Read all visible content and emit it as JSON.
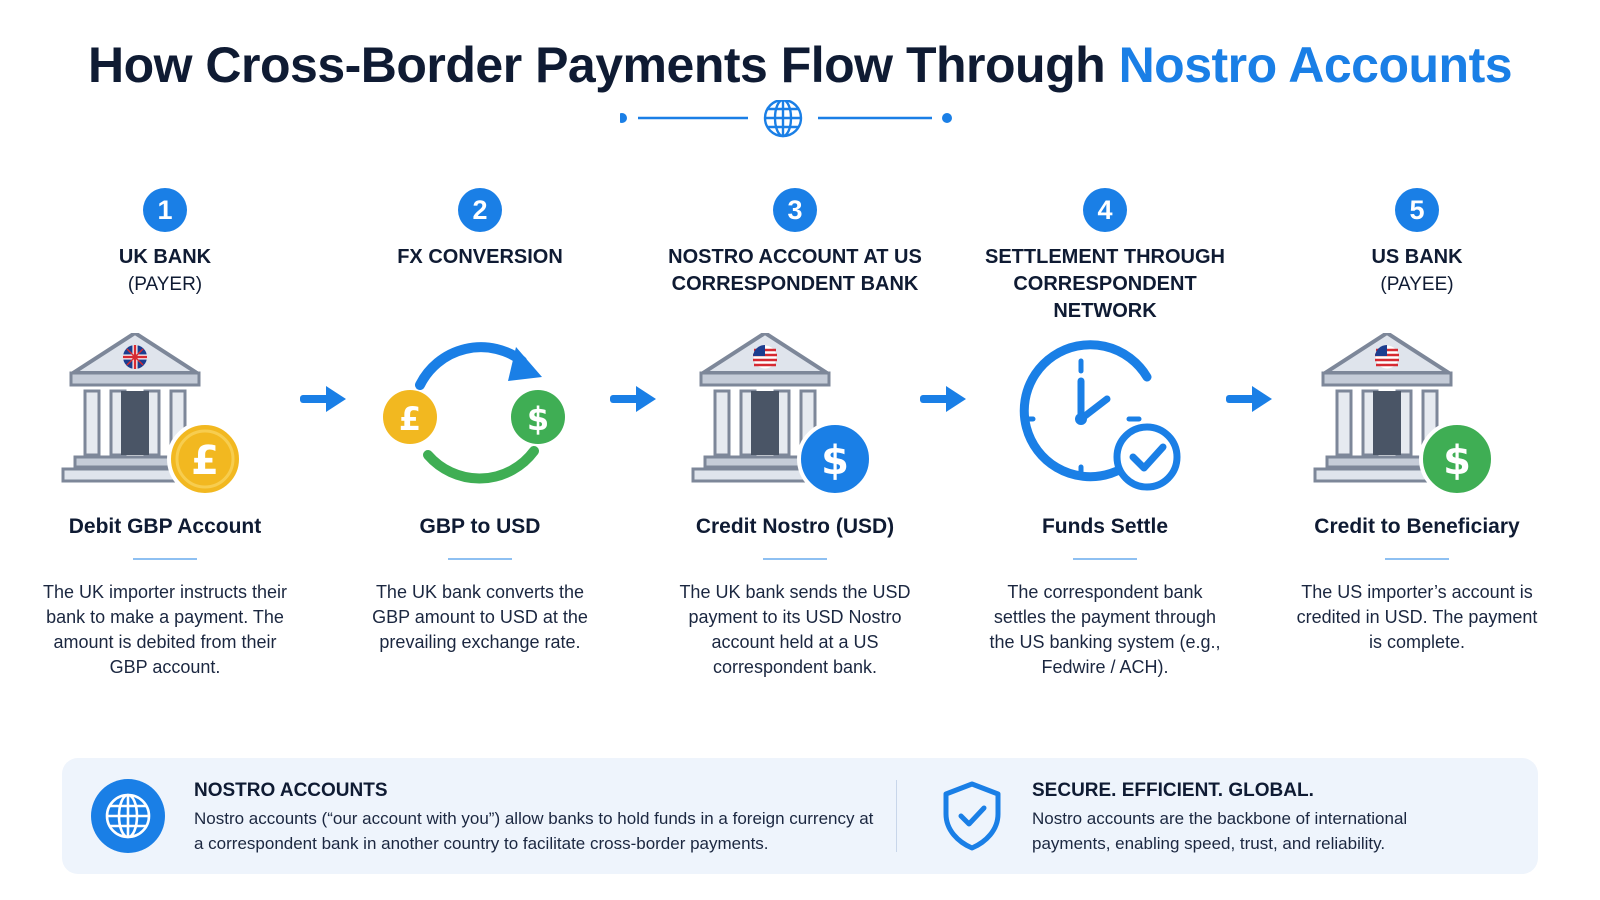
{
  "title": {
    "main": "How Cross-Border Payments Flow Through ",
    "accent": "Nostro Accounts"
  },
  "icons": {
    "divider": "globe-icon",
    "arrow": "arrow-right-icon",
    "panel_left": "globe-icon",
    "panel_right": "shield-check-icon"
  },
  "colors": {
    "accent": "#1a7fe6",
    "text": "#0f1b33",
    "gbp": "#f2b820",
    "usd": "#3fae54",
    "panel_bg": "#eef4fc"
  },
  "steps": [
    {
      "number": "1",
      "title": "UK BANK",
      "subtitle": "(PAYER)",
      "icon": "bank-uk-gbp-icon",
      "heading": "Debit GBP Account",
      "description": "The UK importer instructs their bank to make a payment. The amount is debited from their GBP account."
    },
    {
      "number": "2",
      "title": "FX CONVERSION",
      "subtitle": "",
      "icon": "currency-exchange-icon",
      "heading": "GBP to USD",
      "description": "The UK bank converts the GBP amount to USD at the prevailing exchange rate."
    },
    {
      "number": "3",
      "title": "NOSTRO ACCOUNT AT US CORRESPONDENT BANK",
      "subtitle": "",
      "icon": "bank-us-usd-icon",
      "heading": "Credit Nostro (USD)",
      "description": "The UK bank sends the USD payment to its USD Nostro account held at a US correspondent bank."
    },
    {
      "number": "4",
      "title": "SETTLEMENT THROUGH CORRESPONDENT NETWORK",
      "subtitle": "",
      "icon": "clock-check-icon",
      "heading": "Funds Settle",
      "description": "The correspondent bank settles the payment through the US banking system (e.g., Fedwire / ACH)."
    },
    {
      "number": "5",
      "title": "US BANK",
      "subtitle": "(PAYEE)",
      "icon": "bank-us-usd-icon",
      "heading": "Credit to Beneficiary",
      "description": "The US importer’s account is credited in USD. The payment is complete."
    }
  ],
  "panel": {
    "left": {
      "heading": "NOSTRO ACCOUNTS",
      "text": "Nostro accounts (“our account with you”) allow banks to hold funds in a foreign currency at a correspondent bank in another country to facilitate cross-border payments."
    },
    "right": {
      "heading": "SECURE. EFFICIENT. GLOBAL.",
      "text": "Nostro accounts are the backbone of international payments, enabling speed, trust, and reliability."
    }
  }
}
